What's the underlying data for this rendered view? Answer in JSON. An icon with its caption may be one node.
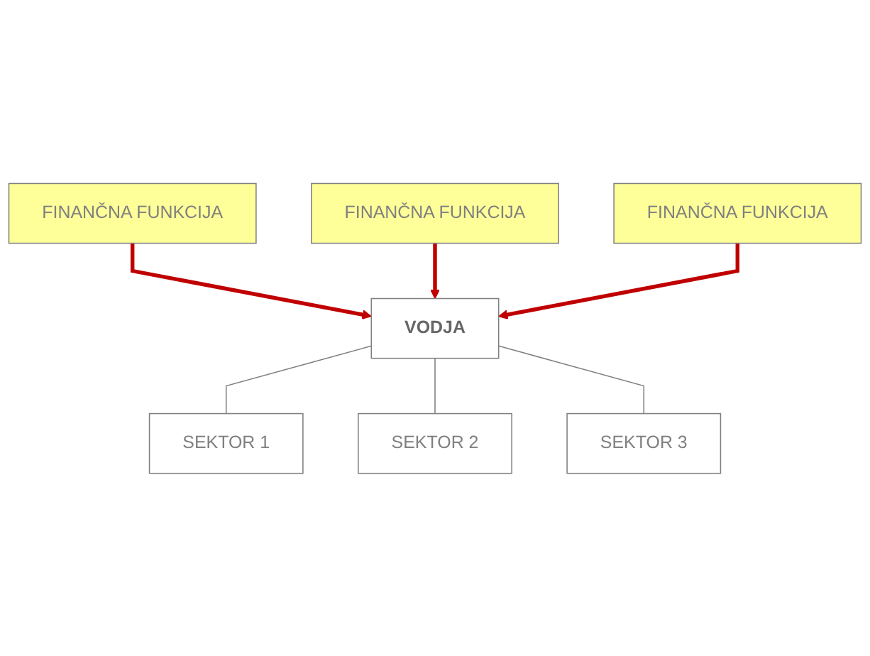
{
  "diagram": {
    "nodes": [
      {
        "text": [
          "VODJA"
        ]
      },
      {
        "text": [
          "SEKTOR 1"
        ]
      },
      {
        "text": [
          "FINANČNA FUNKCIJA"
        ]
      },
      {
        "text": [
          "SEKTOR 2"
        ]
      },
      {
        "text": [
          "FINANČNA FUNKCIJA"
        ]
      },
      {
        "text": [
          "SEKTOR 3"
        ]
      },
      {
        "text": [
          "FINANČNA FUNKCIJA"
        ]
      }
    ],
    "edges": [
      {
        "from": 0,
        "to": 1,
        "arrow": "none"
      },
      {
        "from": 0,
        "to": 3,
        "arrow": "none"
      },
      {
        "from": 0,
        "to": 5,
        "arrow": "none"
      },
      {
        "from": 2,
        "to": 0,
        "arrow": "to",
        "style": "thick",
        "color": "#c00000"
      },
      {
        "from": 4,
        "to": 0,
        "arrow": "to",
        "style": "thick",
        "color": "#c00000"
      },
      {
        "from": 6,
        "to": 0,
        "arrow": "to",
        "style": "thick",
        "color": "#c00000"
      }
    ]
  }
}
